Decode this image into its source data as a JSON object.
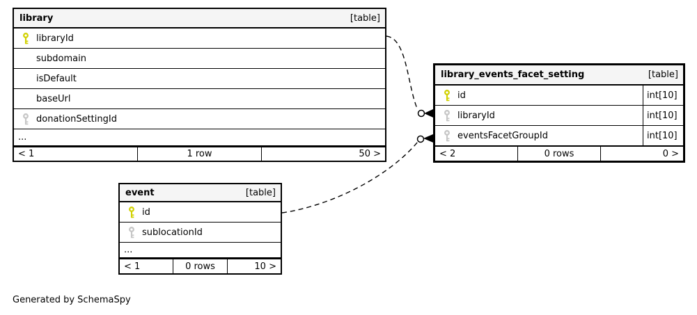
{
  "diagram": {
    "generator_note": "Generated by SchemaSpy",
    "colors": {
      "primary_key_icon": "#d1d100",
      "foreign_key_icon": "#c6c6c6",
      "header_background": "#f5f5f5",
      "border": "#000000"
    },
    "ellipsis": "..."
  },
  "tables": {
    "library": {
      "name": "library",
      "type_label": "[table]",
      "columns": [
        {
          "name": "libraryId",
          "key": "primary"
        },
        {
          "name": "subdomain",
          "key": "none"
        },
        {
          "name": "isDefault",
          "key": "none"
        },
        {
          "name": "baseUrl",
          "key": "none"
        },
        {
          "name": "donationSettingId",
          "key": "foreign"
        }
      ],
      "ellipsis": "...",
      "footer": {
        "left": "< 1",
        "center": "1 row",
        "right": "50 >"
      }
    },
    "library_events_facet_setting": {
      "name": "library_events_facet_setting",
      "type_label": "[table]",
      "columns": [
        {
          "name": "id",
          "type": "int[10]",
          "key": "primary"
        },
        {
          "name": "libraryId",
          "type": "int[10]",
          "key": "foreign"
        },
        {
          "name": "eventsFacetGroupId",
          "type": "int[10]",
          "key": "foreign"
        }
      ],
      "footer": {
        "left": "< 2",
        "center": "0 rows",
        "right": "0 >"
      }
    },
    "event": {
      "name": "event",
      "type_label": "[table]",
      "columns": [
        {
          "name": "id",
          "key": "primary"
        },
        {
          "name": "sublocationId",
          "key": "foreign"
        }
      ],
      "ellipsis": "...",
      "footer": {
        "left": "< 1",
        "center": "0 rows",
        "right": "10 >"
      }
    }
  }
}
